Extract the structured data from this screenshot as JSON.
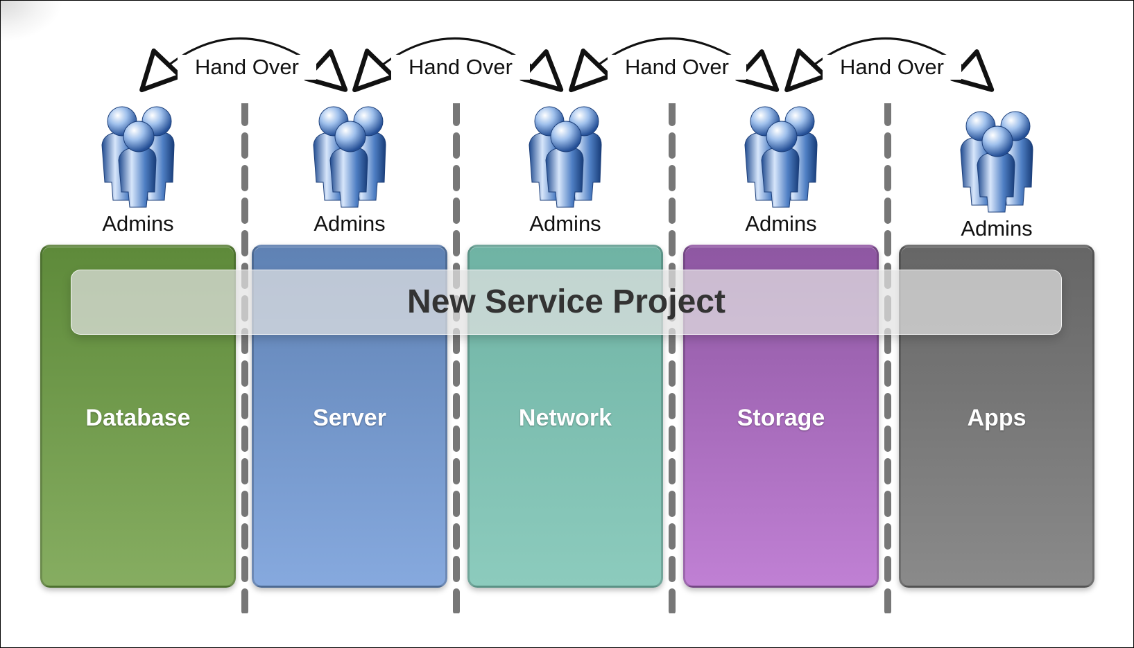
{
  "project": {
    "title": "New Service Project"
  },
  "handovers": [
    "Hand Over",
    "Hand Over",
    "Hand Over",
    "Hand Over"
  ],
  "teams": [
    {
      "label": "Admins"
    },
    {
      "label": "Admins"
    },
    {
      "label": "Admins"
    },
    {
      "label": "Admins"
    },
    {
      "label": "Admins"
    }
  ],
  "columns": [
    {
      "label": "Database",
      "color_top": "#5e8a3a",
      "color_bottom": "#86ad61"
    },
    {
      "label": "Server",
      "color_top": "#5f82b4",
      "color_bottom": "#86a9de"
    },
    {
      "label": "Network",
      "color_top": "#6fb3a4",
      "color_bottom": "#8ccbbd"
    },
    {
      "label": "Storage",
      "color_top": "#8e57a2",
      "color_bottom": "#c080d4"
    },
    {
      "label": "Apps",
      "color_top": "#666666",
      "color_bottom": "#8a8a8a"
    }
  ],
  "colors": {
    "icon_blue": "#2f66b3",
    "divider": "#777777"
  }
}
